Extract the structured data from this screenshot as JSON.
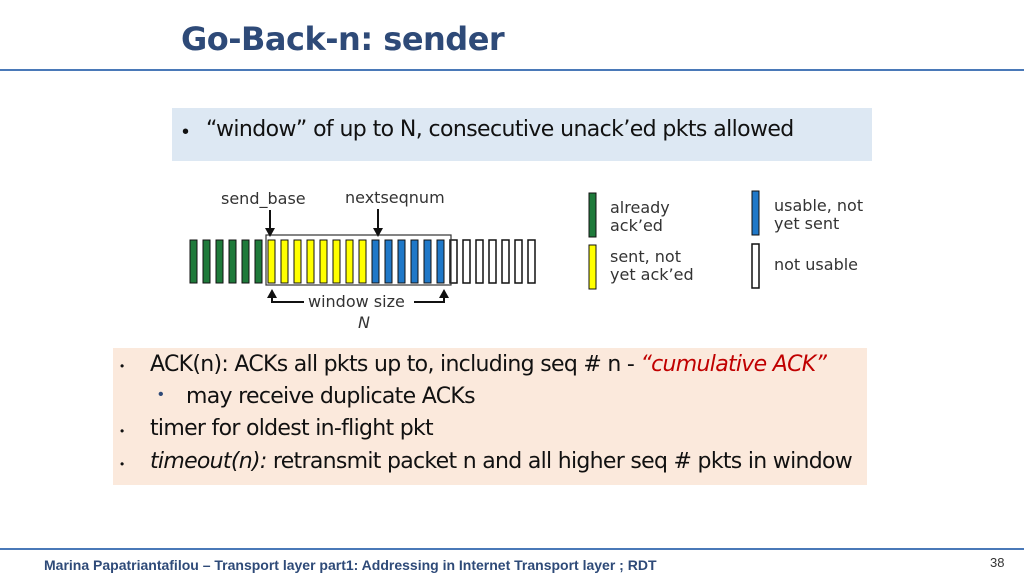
{
  "slide": {
    "title": "Go-Back-n: sender",
    "intro_bullet": "“window” of up to N, consecutive unack’ed pkts allowed",
    "diagram": {
      "send_base_label": "send_base",
      "nextseqnum_label": "nextseqnum",
      "window_label": "window size",
      "window_var": "N",
      "legend": {
        "already_acked": "already ack’ed",
        "sent_not_acked": "sent, not yet ack’ed",
        "usable": "usable, not yet sent",
        "not_usable": "not usable"
      },
      "colors": {
        "acked": "#1e7a3a",
        "sent": "#ffff00",
        "usable": "#1f78c8",
        "not_usable": "#ffffff"
      }
    },
    "bullets": {
      "ack_text": "ACK(n): ACKs all pkts up to, including seq # n - ",
      "cumulative": "“cumulative ACK”",
      "dup_ack": "may receive duplicate ACKs",
      "timer": "timer for oldest in-flight pkt",
      "timeout_label": "timeout(n):",
      "timeout_text": " retransmit packet n and all higher seq # pkts in window"
    },
    "footer": "Marina Papatriantafilou –  Transport layer part1: Addressing in Internet Transport layer ; RDT",
    "page_number": "38"
  }
}
